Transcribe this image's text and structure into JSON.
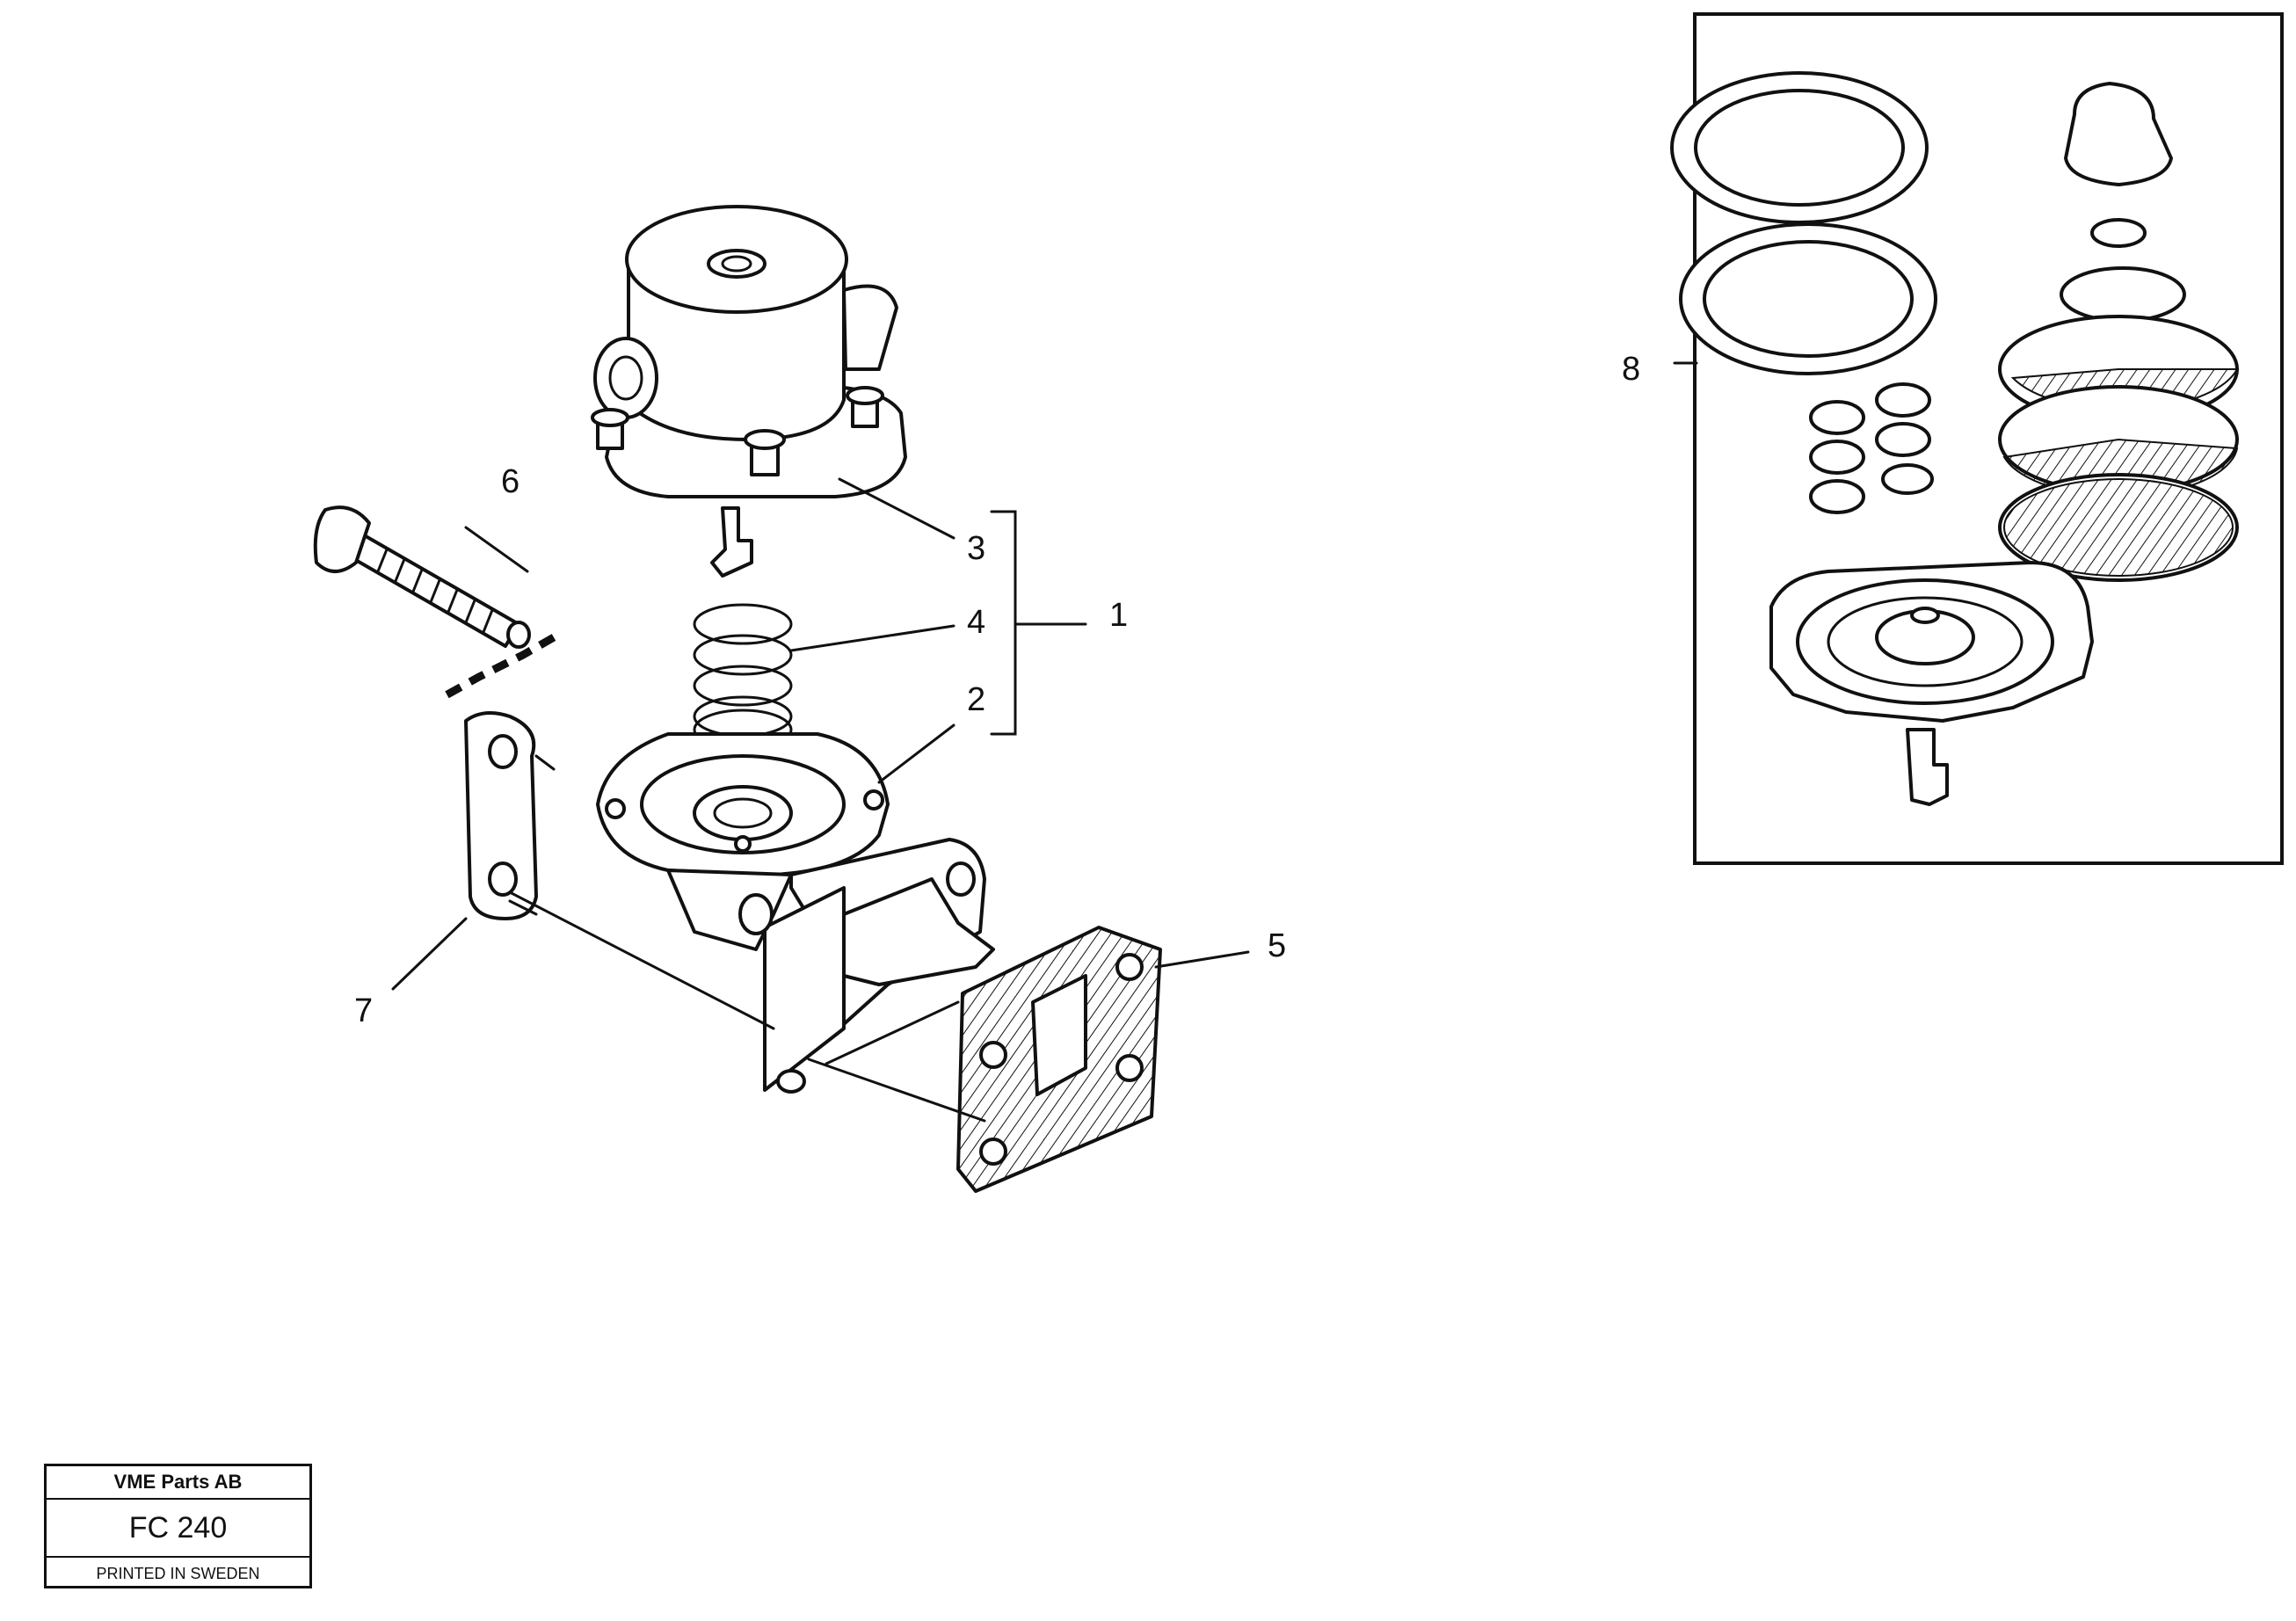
{
  "callouts": {
    "c1": "1",
    "c2": "2",
    "c3": "3",
    "c4": "4",
    "c5": "5",
    "c6": "6",
    "c7": "7",
    "c8": "8"
  },
  "title_block": {
    "company": "VME Parts AB",
    "code": "FC 240",
    "printed": "PRINTED IN SWEDEN"
  }
}
